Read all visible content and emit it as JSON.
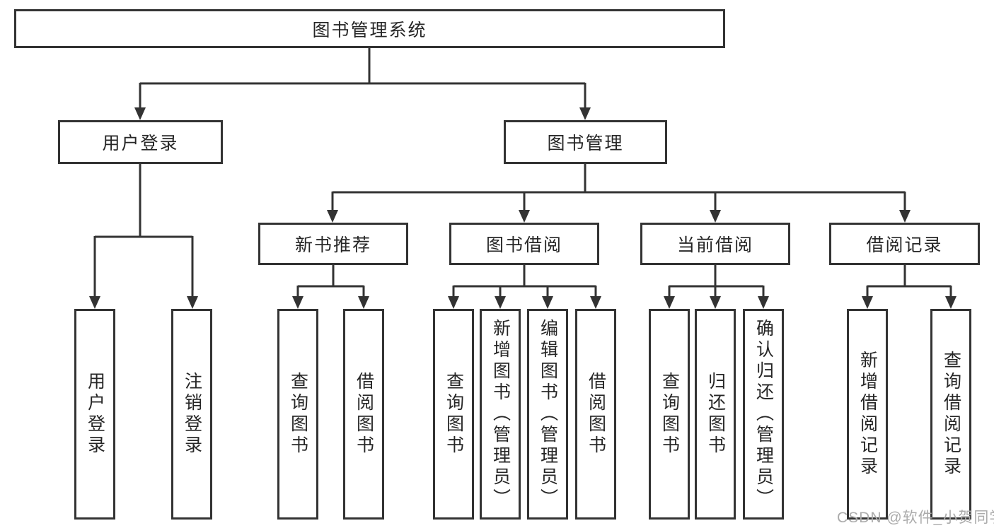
{
  "watermark": "CSDN @软件_小贺同学",
  "colors": {
    "line": "#333333",
    "box_border": "#333333",
    "text": "#262626",
    "watermark": "#ababab",
    "background": "#ffffff"
  },
  "tree": {
    "label": "图书管理系统",
    "children": [
      {
        "label": "用户登录",
        "children": [
          {
            "label": "用户登录"
          },
          {
            "label": "注销登录"
          }
        ]
      },
      {
        "label": "图书管理",
        "children": [
          {
            "label": "新书推荐",
            "children": [
              {
                "label": "查询图书"
              },
              {
                "label": "借阅图书"
              }
            ]
          },
          {
            "label": "图书借阅",
            "children": [
              {
                "label": "查询图书"
              },
              {
                "label": "新增图书（管理员）"
              },
              {
                "label": "编辑图书（管理员）"
              },
              {
                "label": "借阅图书"
              }
            ]
          },
          {
            "label": "当前借阅",
            "children": [
              {
                "label": "查询图书"
              },
              {
                "label": "归还图书"
              },
              {
                "label": "确认归还（管理员）"
              }
            ]
          },
          {
            "label": "借阅记录",
            "children": [
              {
                "label": "新增借阅记录"
              },
              {
                "label": "查询借阅记录"
              }
            ]
          }
        ]
      }
    ]
  }
}
